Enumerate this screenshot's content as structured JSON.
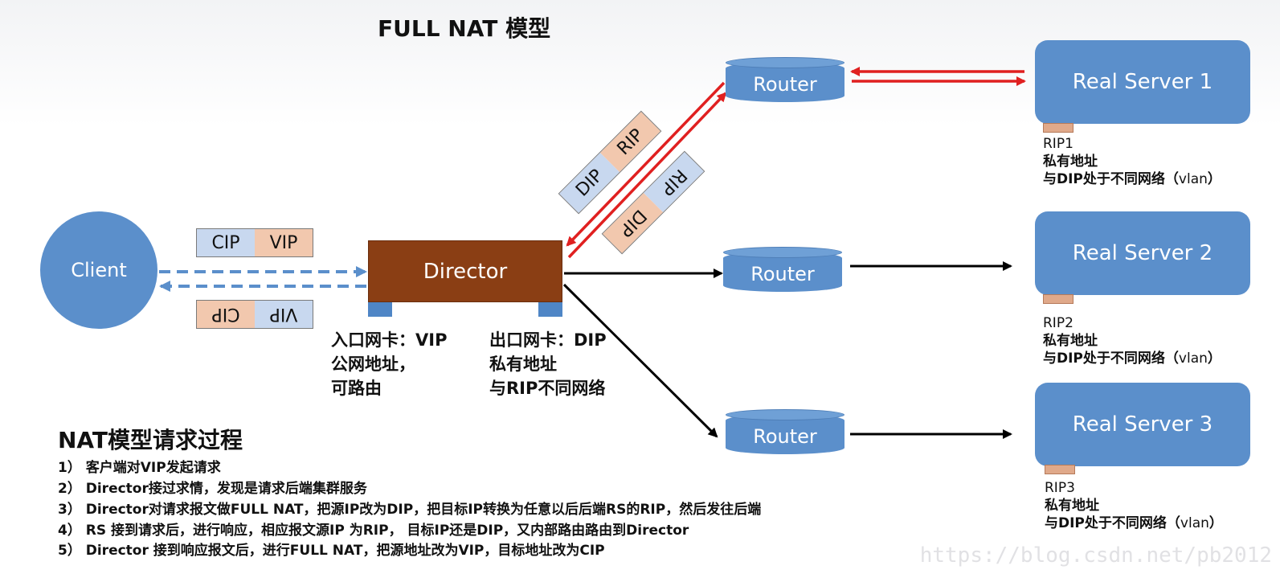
{
  "title": "FULL NAT 模型",
  "nodes": {
    "client": "Client",
    "director": "Director",
    "routers": [
      "Router",
      "Router",
      "Router"
    ],
    "real_servers": [
      "Real Server 1",
      "Real Server 2",
      "Real Server 3"
    ]
  },
  "packets": {
    "client_request": [
      "CIP",
      "VIP"
    ],
    "client_reply": [
      "VIP",
      "CIP"
    ],
    "director_to_rs": [
      "DIP",
      "RIP"
    ],
    "rs_to_director": [
      "RIP",
      "DIP"
    ]
  },
  "director_notes": {
    "ingress": [
      "入口网卡：VIP",
      "公网地址，",
      "可路由"
    ],
    "egress": [
      "出口网卡：DIP",
      "私有地址",
      "与RIP不同网络"
    ]
  },
  "rs_notes": [
    [
      "RIP1",
      "私有地址",
      "与DIP处于不同网络（",
      "vlan",
      "）"
    ],
    [
      "RIP2",
      "私有地址",
      "与DIP处于不同网络（",
      "vlan",
      "）"
    ],
    [
      "RIP3",
      "私有地址",
      "与DIP处于不同网络（",
      "vlan",
      "）"
    ]
  ],
  "process": {
    "title": "NAT模型请求过程",
    "steps": [
      "1）  客户端对VIP发起请求",
      "2）  Director接过求情，发现是请求后端集群服务",
      "3）  Director对请求报文做FULL NAT，把源IP改为DIP，把目标IP转换为任意以后后端RS的RIP，然后发往后端",
      "4）  RS 接到请求后，进行响应，相应报文源IP 为RIP，  目标IP还是DIP，又内部路由路由到Director",
      "5）  Director 接到响应报文后，进行FULL NAT，把源地址改为VIP，目标地址改为CIP"
    ]
  },
  "watermark": "https://blog.csdn.net/pb2012",
  "colors": {
    "node_blue": "#5b8fcb",
    "director_brown": "#8a3e14",
    "packet_blue": "#c8d8ef",
    "packet_salmon": "#f2c8ae",
    "arrow_red": "#e02020",
    "arrow_black": "#000000",
    "arrow_dashed": "#5b8fcb"
  }
}
